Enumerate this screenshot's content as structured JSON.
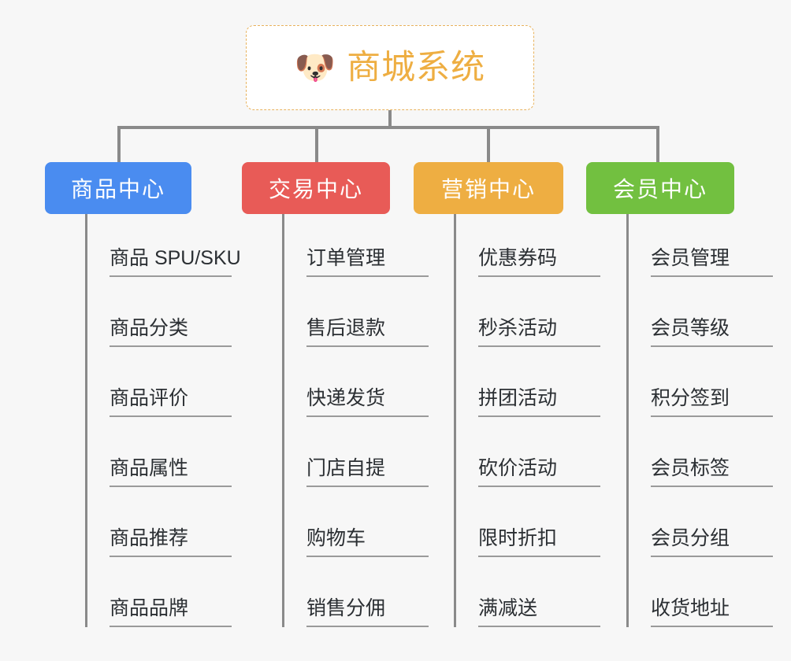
{
  "background_color": "#f7f7f7",
  "root": {
    "icon": "shiba-dog-face-emoji",
    "icon_glyph": "🐶",
    "title": "商城系统",
    "text_color": "#eeae42",
    "border_color": "#e8b25c",
    "fill_color": "#ffffff"
  },
  "connector_color": "#8a8a8a",
  "categories": [
    {
      "label": "商品中心",
      "color": "#4a8cf0",
      "items": [
        "商品 SPU/SKU",
        "商品分类",
        "商品评价",
        "商品属性",
        "商品推荐",
        "商品品牌"
      ]
    },
    {
      "label": "交易中心",
      "color": "#e85b57",
      "items": [
        "订单管理",
        "售后退款",
        "快递发货",
        "门店自提",
        "购物车",
        "销售分佣"
      ]
    },
    {
      "label": "营销中心",
      "color": "#eeae42",
      "items": [
        "优惠券码",
        "秒杀活动",
        "拼团活动",
        "砍价活动",
        "限时折扣",
        "满减送"
      ]
    },
    {
      "label": "会员中心",
      "color": "#72c040",
      "items": [
        "会员管理",
        "会员等级",
        "积分签到",
        "会员标签",
        "会员分组",
        "收货地址"
      ]
    }
  ]
}
